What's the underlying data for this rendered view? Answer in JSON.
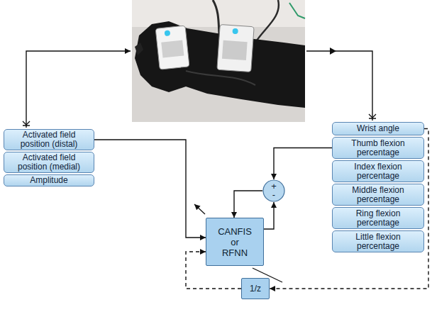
{
  "diagram": {
    "nodes": [
      {
        "text": [
          "Activated field position (distal)"
        ]
      },
      {
        "text": [
          "Activated field position (medial)"
        ]
      },
      {
        "text": [
          "Amplitude"
        ]
      },
      {
        "text": [
          "Wrist angle"
        ]
      },
      {
        "text": [
          "Thumb flexion percentage"
        ]
      },
      {
        "text": [
          "Index flexion percentage"
        ]
      },
      {
        "text": [
          "Middle flexion percentage"
        ]
      },
      {
        "text": [
          "Ring flexion percentage"
        ]
      },
      {
        "text": [
          "Little flexion percentage"
        ]
      },
      {
        "text": [
          "+",
          "-"
        ]
      },
      {
        "text": [
          "CANFIS or RFNN"
        ]
      },
      {
        "text": [
          "1/z"
        ]
      }
    ],
    "edges": [
      {
        "from": 0,
        "to": 10,
        "arrow": "to"
      },
      {
        "from": 4,
        "to": 9,
        "arrow": "to"
      },
      {
        "from": 10,
        "to": 9,
        "arrow": "to"
      },
      {
        "from": 9,
        "to": 10,
        "arrow": "to"
      },
      {
        "from": 3,
        "to": 11,
        "arrow": "to"
      },
      {
        "from": 11,
        "to": 10,
        "arrow": "to"
      }
    ]
  }
}
